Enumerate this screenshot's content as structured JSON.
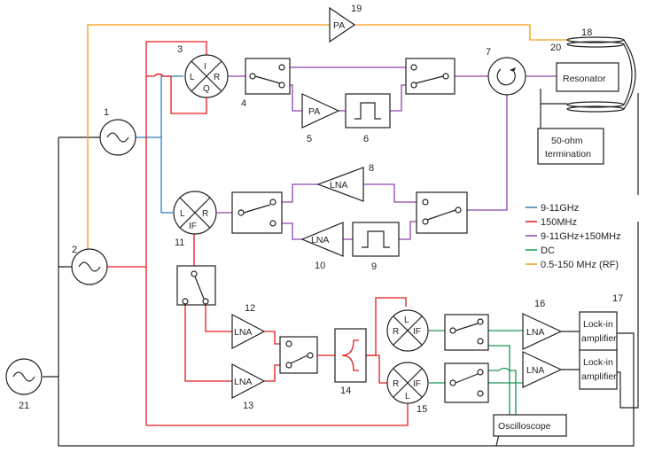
{
  "numbers": {
    "n1": "1",
    "n2": "2",
    "n3": "3",
    "n4": "4",
    "n5": "5",
    "n6": "6",
    "n7": "7",
    "n8": "8",
    "n9": "9",
    "n10": "10",
    "n11": "11",
    "n12": "12",
    "n13": "13",
    "n14": "14",
    "n15": "15",
    "n16": "16",
    "n17": "17",
    "n18": "18",
    "n19": "19",
    "n20": "20",
    "n21": "21"
  },
  "labels": {
    "pa": "PA",
    "lna": "LNA",
    "resonator": "Resonator",
    "termination_line1": "50-ohm",
    "termination_line2": "termination",
    "lockin_line1": "Lock-in",
    "lockin_line2": "amplifier",
    "oscilloscope": "Oscilloscope"
  },
  "mixer_ports": {
    "iq": {
      "top": "I",
      "left": "L",
      "right": "R",
      "bottom": "Q"
    },
    "m11": {
      "left": "L",
      "right": "R",
      "bottom": "IF"
    },
    "m_upper": {
      "top": "L",
      "left": "R",
      "right": "IF"
    },
    "m_lower": {
      "left": "R",
      "right": "IF",
      "bottom": "L"
    }
  },
  "legend": [
    {
      "label": "9-11GHz",
      "color": "#2c7fb8"
    },
    {
      "label": "150MHz",
      "color": "#e41a1c"
    },
    {
      "label": "9-11GHz+150MHz",
      "color": "#8e44ad"
    },
    {
      "label": "DC",
      "color": "#1a9850"
    },
    {
      "label": "0.5-150 MHz (RF)",
      "color": "#f39c12"
    }
  ],
  "colors": {
    "blue": "#2c7fb8",
    "red": "#e41a1c",
    "purple": "#8e44ad",
    "green": "#1a9850",
    "orange": "#f39c12",
    "ink": "#231f20"
  }
}
